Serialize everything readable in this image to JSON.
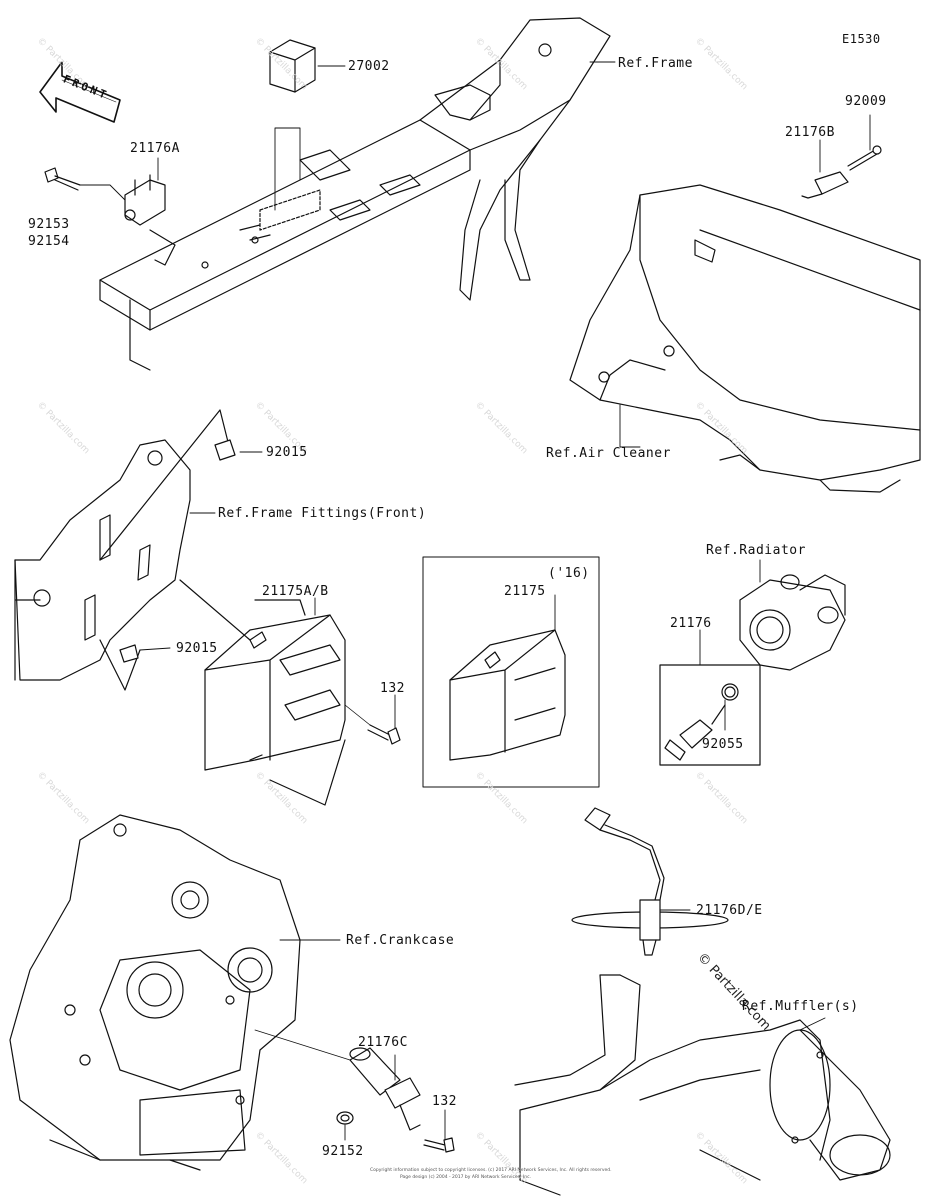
{
  "diagram": {
    "code": "E1530",
    "front_label": "FRONT",
    "watermark": "© Partzilla.com",
    "footer_line1": "Copyright information subject to copyright licenses. (c) 2017 ARI Network Services, Inc. All rights reserved.",
    "footer_line2": "Page design (c) 2004 - 2017 by ARI Network Services, Inc.",
    "labels": {
      "p27002": "27002",
      "ref_frame": "Ref.Frame",
      "p21176A": "21176A",
      "p92153": "92153",
      "p92154": "92154",
      "p92009": "92009",
      "p21176B": "21176B",
      "ref_air_cleaner": "Ref.Air Cleaner",
      "p92015_top": "92015",
      "ref_frame_fittings": "Ref.Frame Fittings(Front)",
      "p92015_bottom": "92015",
      "p21175AB": "21175A/B",
      "p132_top": "132",
      "year16": "('16)",
      "p21175": "21175",
      "ref_radiator": "Ref.Radiator",
      "p21176": "21176",
      "p92055": "92055",
      "ref_crankcase": "Ref.Crankcase",
      "p21176DE": "21176D/E",
      "ref_mufflers": "Ref.Muffler(s)",
      "p21176C": "21176C",
      "p132_bottom": "132",
      "p92152": "92152"
    }
  }
}
